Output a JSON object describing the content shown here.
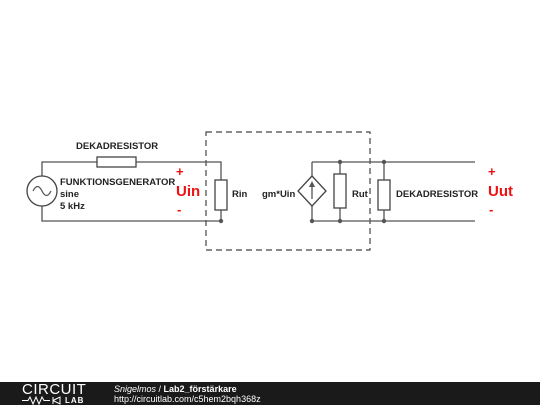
{
  "schematic": {
    "labels": {
      "dekad_top": "DEKADRESISTOR",
      "generator_name": "FUNKTIONSGENERATOR",
      "generator_wave": "sine",
      "generator_freq": "5 kHz",
      "plus_in": "+",
      "minus_in": "-",
      "uin": "Uin",
      "rin": "Rin",
      "source": "gm*Uin",
      "rut": "Rut",
      "dekad_right": "DEKADRESISTOR",
      "plus_out": "+",
      "minus_out": "-",
      "uut": "Uut"
    },
    "colors": {
      "polarity": "#ee1111",
      "wire": "#555555"
    }
  },
  "footer": {
    "logo_top": "CIRCUIT",
    "logo_bottom": "LAB",
    "user": "Snigelmos",
    "separator": " / ",
    "title": "Lab2_förstärkare",
    "url": "http://circuitlab.com/c5hem2bqh368z"
  }
}
